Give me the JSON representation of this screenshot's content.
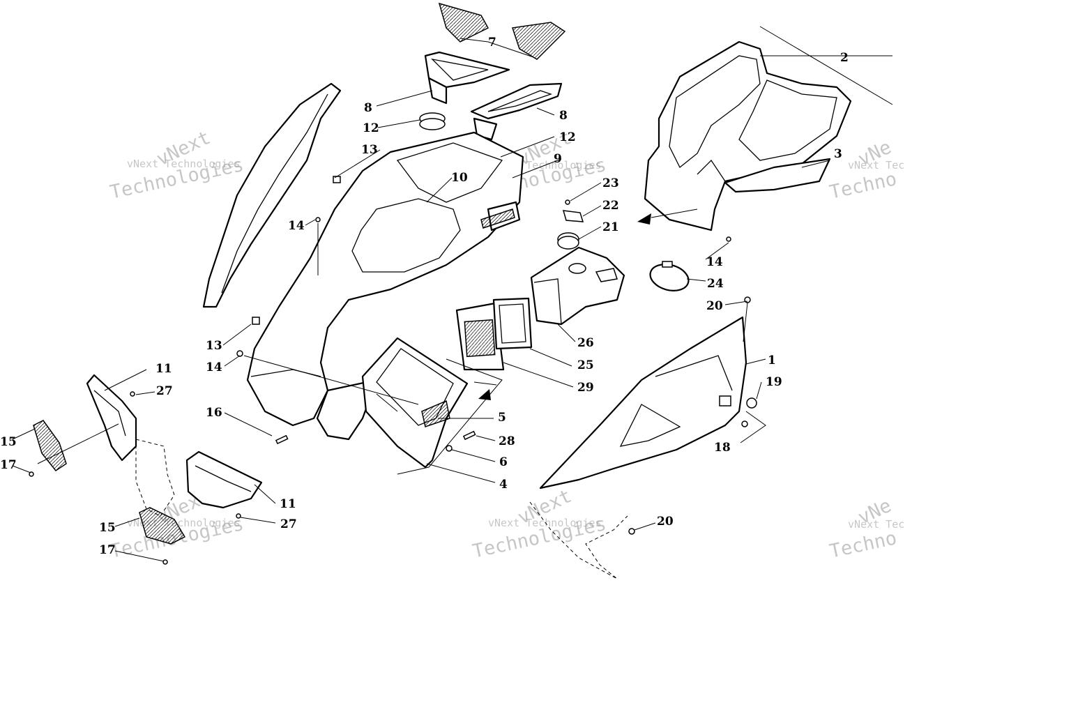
{
  "watermark": {
    "line1": "vNext Technologies",
    "line2": "Technologies",
    "diag": "vNext",
    "partial1": "vNext Tec",
    "partial2": "Techno",
    "partial_diag": "vNe"
  },
  "callouts": {
    "c1": "1",
    "c2": "2",
    "c3": "3",
    "c4": "4",
    "c5": "5",
    "c6": "6",
    "c7": "7",
    "c8": "8",
    "c9": "9",
    "c10": "10",
    "c11": "11",
    "c12": "12",
    "c13": "13",
    "c14": "14",
    "c15": "15",
    "c16": "16",
    "c17": "17",
    "c18": "18",
    "c19": "19",
    "c20": "20",
    "c21": "21",
    "c22": "22",
    "c23": "23",
    "c24": "24",
    "c25": "25",
    "c26": "26",
    "c27": "27",
    "c28": "28",
    "c29": "29"
  }
}
